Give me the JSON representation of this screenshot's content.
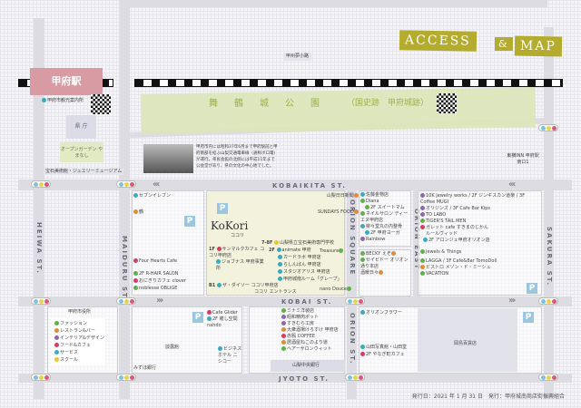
{
  "title": {
    "access": "ACCESS",
    "amp": "&",
    "map": "MAP"
  },
  "station": {
    "name": "甲府駅",
    "exit": "甲府市観光案内所"
  },
  "park": {
    "name": "舞　鶴　城　公　園",
    "sub": "（国史跡　甲府城跡）"
  },
  "landmarks": {
    "prefecture": "県 庁",
    "garden": "オープンガーデン やまなし",
    "museum": "宝石美術館・ジュエリーミュージアム",
    "yumekoji": "甲州夢小路",
    "toyoko": "東横INN 甲府駅南口1",
    "tram_caption": "甲府市内には昭和37年6月まで甲府駅前と甲府南部を結ぶ山梨交通電車線（通称ボロ電）が運行。県民会館の北側には平成11年まで公会堂があり、県の文化の中心地でした。",
    "cityhall": "甲府市役所",
    "mizuho": "みずほ銀行",
    "yamanashi_bank": "山梨中央銀行",
    "okajima": "岡島百貨店",
    "ginza": "談露館"
  },
  "streets": {
    "kobaikita": "KOBAIKITA ST.",
    "kobai": "KOBAI ST.",
    "jyoto": "JYOTO ST.",
    "heiwa": "HEIWA ST.",
    "maiduru": "MAIDURU ST.",
    "orion_square": "ORION SQUARE",
    "orion_east": "ORION EAST",
    "orion_st": "ORION ST.",
    "sakura": "SAKURA ST."
  },
  "kokori": {
    "logo": "KoKori",
    "kana": "ココリ",
    "entrance": "ココリ エントランス",
    "floors": [
      {
        "floor": "7-8F",
        "shops": [
          {
            "name": "山梨県立宝石美術専門学校",
            "color": "#e8c62c"
          }
        ]
      },
      {
        "floor": "2F",
        "shops": [
          {
            "name": "animate 甲府",
            "color": "#3aaac0"
          },
          {
            "name": "カードラボ 甲府店",
            "color": "#3aaac0"
          },
          {
            "name": "らしんばん 甲府店",
            "color": "#3aaac0"
          },
          {
            "name": "スタジオアリス 甲府店",
            "color": "#3aaac0"
          },
          {
            "name": "甲府城南ルーム「グレープ」",
            "color": "#3aaac0"
          }
        ]
      },
      {
        "floor": "1F",
        "shops": [
          {
            "name": "サンマルクカフェ ココリ甲府店",
            "color": "#d63c63"
          },
          {
            "name": "ジョブナス 甲府事業所",
            "color": "#3aaac0"
          }
        ]
      },
      {
        "floor": "B1",
        "shops": [
          {
            "name": "ザ・ダイソー ココリ甲府店",
            "color": "#3aaac0"
          }
        ]
      }
    ],
    "right": [
      {
        "name": "Treasure",
        "color": "#5fb14a"
      },
      {
        "name": "nano Douce",
        "color": "#5fb14a"
      },
      {
        "name": "山梨日日新聞",
        "color": "#e08a3a"
      },
      {
        "name": "SUNDAYS FOOD",
        "color": "#e08a3a"
      }
    ]
  },
  "west_block": [
    {
      "name": "セブンイレブン",
      "color": "#3aaac0"
    },
    {
      "name": "鶴",
      "color": "#e08a3a"
    },
    {
      "name": "Four Hearts Cafe",
      "color": "#d63c63"
    },
    {
      "name": "2F R-HAIR SALON",
      "color": "#5fb14a"
    },
    {
      "name": "おにぎりカフェ clover",
      "color": "#d63c63"
    },
    {
      "name": "noblesse OBLIGE",
      "color": "#5fb14a"
    }
  ],
  "orion_block": [
    {
      "name": "佐藤金物店",
      "color": "#3aaac0"
    },
    {
      "name": "Diana",
      "color": "#5fb14a"
    },
    {
      "name": "2F スイートマム",
      "color": "#5fb14a"
    },
    {
      "name": "ネイルサロン ティーエヌ甲府店",
      "color": "#5fb14a"
    },
    {
      "name": "柳々堂丸の内整骨",
      "color": "#3aaac0"
    },
    {
      "name": "2F 甲府ヨーガ",
      "color": "#3aaac0"
    },
    {
      "name": "Rainbow",
      "color": "#8c68b0"
    }
  ],
  "becky_block": [
    {
      "name": "BECKY",
      "color": "#5fb14a"
    },
    {
      "name": "セイビドー オリオン通り本店",
      "color": "#5fb14a"
    },
    {
      "name": "えぞ",
      "color": "#e08a3a"
    },
    {
      "name": "酒暖日々",
      "color": "#e08a3a"
    }
  ],
  "east_block": [
    {
      "name": "10K Jewelry works / 2F ジンギスカン道楽 / 3F Coffee MUGI",
      "color": "#8c68b0"
    },
    {
      "name": "オリジンズ / 3F Cafe Bar Kips",
      "color": "#8c68b0"
    },
    {
      "name": "TO LABO",
      "color": "#8c68b0"
    },
    {
      "name": "TIGER'S TAIL MEN",
      "color": "#5fb14a"
    },
    {
      "name": "ガレット cafe すきまのじかん",
      "color": "#d63c63"
    },
    {
      "name": "ルールヴィッド",
      "color": "#ffffff"
    },
    {
      "name": "2F アロンジェ甲府オリオン店",
      "color": "#3aaac0"
    },
    {
      "name": "Jewels & Things",
      "color": "#5fb14a"
    },
    {
      "name": "LAGGA / 3F Cafe&Bar TomoDoll",
      "color": "#5fb14a"
    },
    {
      "name": "ビストロ メゾン・ド・ミーシュ",
      "color": "#e08a3a"
    },
    {
      "name": "VACATION",
      "color": "#5fb14a"
    }
  ],
  "south_block": [
    {
      "name": "ミナミ洋装店",
      "color": "#5fb14a"
    },
    {
      "name": "昭和精肉ポット",
      "color": "#8c68b0"
    },
    {
      "name": "すきむら工房",
      "color": "#8c68b0"
    },
    {
      "name": "大衆酒場けろすけ 甲府店",
      "color": "#e08a3a"
    },
    {
      "name": "赤鴉 COFFEE",
      "color": "#d63c63"
    },
    {
      "name": "居酒屋ねこのより道",
      "color": "#e08a3a"
    },
    {
      "name": "ヘアーサロンウィット",
      "color": "#5fb14a"
    }
  ],
  "orion_south": [
    {
      "name": "オリオンフラワー",
      "color": "#3aaac0"
    },
    {
      "name": "山田写真館・山田堂",
      "color": "#3aaac0"
    },
    {
      "name": "2F やなぎ町カフェ",
      "color": "#d63c63"
    }
  ],
  "cafe_block": [
    {
      "name": "Cafe Glider",
      "color": "#d63c63"
    },
    {
      "name": "2F 癒し空間 nahdo",
      "color": "#3aaac0"
    },
    {
      "name": "ビジネスホテル ニシコー",
      "color": "#3aaac0"
    }
  ],
  "legend": [
    {
      "label": "ファッション",
      "color": "#5fb14a"
    },
    {
      "label": "レストラン&バー",
      "color": "#e08a3a"
    },
    {
      "label": "インテリア&デザイン",
      "color": "#8c68b0"
    },
    {
      "label": "フード&カフェ",
      "color": "#d63c63"
    },
    {
      "label": "サービス",
      "color": "#3aaac0"
    },
    {
      "label": "スクール",
      "color": "#e8c62c"
    }
  ],
  "parking": "P",
  "footer": "発行日：2021 年 1 月 31 日　発行：甲府城南商店街振興組合"
}
